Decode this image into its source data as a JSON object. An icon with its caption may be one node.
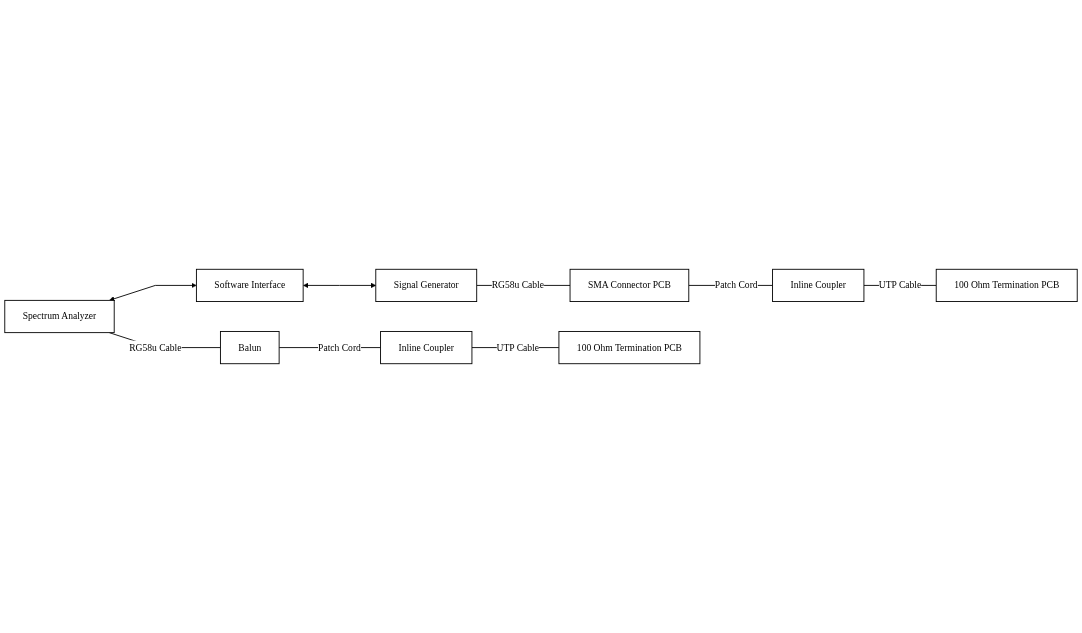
{
  "diagram": {
    "nodes": [
      {
        "text": [
          "Signal Generator"
        ]
      },
      {
        "text": [
          "SMA Connector PCB"
        ]
      },
      {
        "text": [
          "Inline Coupler"
        ]
      },
      {
        "text": [
          "100 Ohm Termination PCB"
        ]
      },
      {
        "text": [
          "Spectrum Analyzer"
        ]
      },
      {
        "text": [
          "Balun"
        ]
      },
      {
        "text": [
          "Inline Coupler"
        ]
      },
      {
        "text": [
          "100 Ohm Termination PCB"
        ]
      },
      {
        "text": [
          "Software Interface"
        ]
      }
    ],
    "edges": [
      {
        "from": 0,
        "to": 1,
        "arrow": "none",
        "label": "RG58u Cable"
      },
      {
        "from": 1,
        "to": 2,
        "arrow": "none",
        "label": "Patch Cord"
      },
      {
        "from": 2,
        "to": 3,
        "arrow": "none",
        "label": "UTP Cable"
      },
      {
        "from": 4,
        "to": 5,
        "arrow": "none",
        "label": "RG58u Cable"
      },
      {
        "from": 5,
        "to": 6,
        "arrow": "none",
        "label": "Patch Cord"
      },
      {
        "from": 6,
        "to": 7,
        "arrow": "none",
        "label": "UTP Cable"
      },
      {
        "from": 4,
        "to": 8,
        "arrow": "both"
      },
      {
        "from": 8,
        "to": 0,
        "arrow": "both"
      }
    ]
  }
}
